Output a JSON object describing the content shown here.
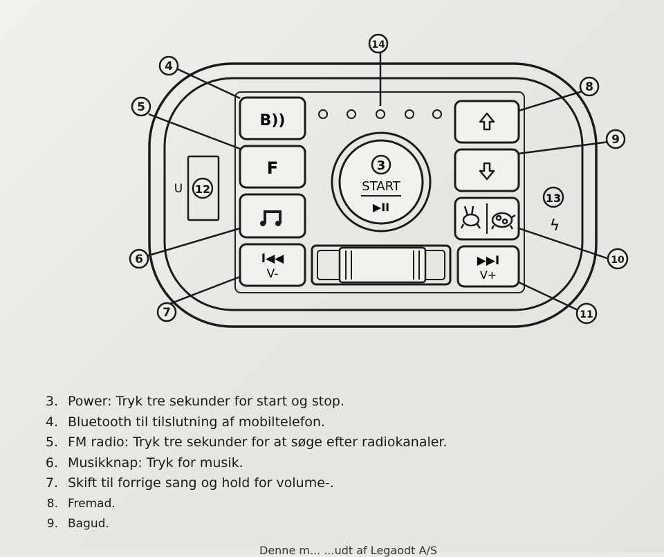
{
  "diagram": {
    "callouts": {
      "c3": "3",
      "c4": "4",
      "c5": "5",
      "c6": "6",
      "c7": "7",
      "c8": "8",
      "c9": "9",
      "c10": "10",
      "c11": "11",
      "c12": "12",
      "c13": "13",
      "c14": "14"
    },
    "buttons": {
      "bluetooth": "B))",
      "fm": "F",
      "start_label": "START",
      "start_symbol": "▶II",
      "prev_symbol": "I◀◀",
      "prev_volume": "V-",
      "next_symbol": "▶▶I",
      "next_volume": "V+"
    },
    "port_letter": "U",
    "charge_symbol": "ϟ"
  },
  "legend": [
    {
      "num": "3.",
      "text": "Power: Tryk tre sekunder for start og stop."
    },
    {
      "num": "4.",
      "text": "Bluetooth til tilslutning af mobiltelefon."
    },
    {
      "num": "5.",
      "text": "FM radio: Tryk tre sekunder for at søge efter radiokanaler."
    },
    {
      "num": "6.",
      "text": "Musikknap: Tryk for musik."
    },
    {
      "num": "7.",
      "text": "Skift til forrige sang og hold for volume-."
    },
    {
      "num": "8.",
      "text": "Fremad."
    },
    {
      "num": "9.",
      "text": "Bagud."
    }
  ],
  "footer": "Denne m... ...udt af Legaodt A/S"
}
